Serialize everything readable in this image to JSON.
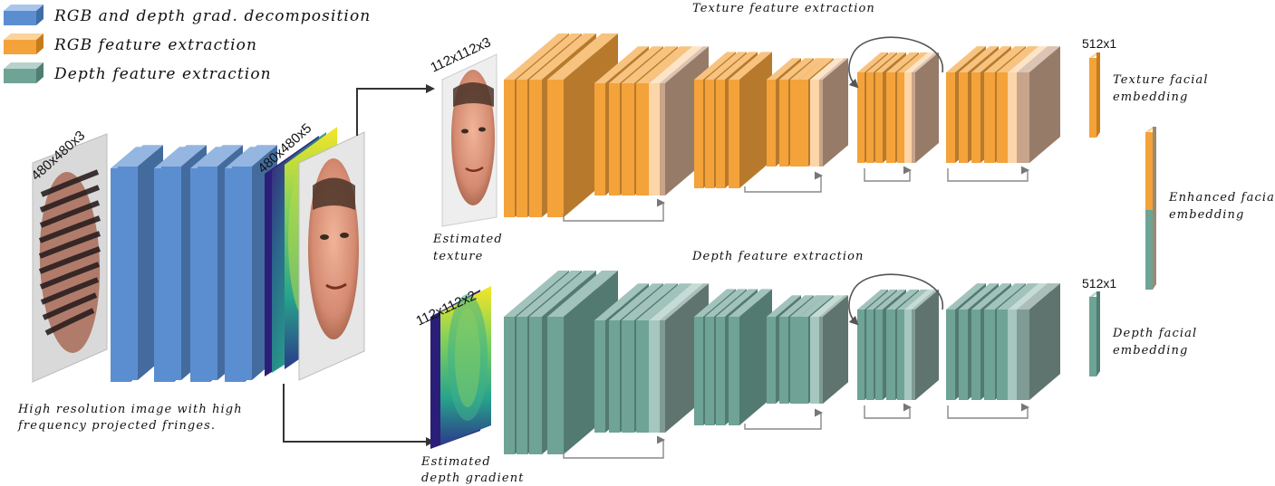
{
  "legend": [
    {
      "label": "RGB and depth grad. decomposition",
      "color": "#5b8ed1"
    },
    {
      "label": "RGB feature extraction",
      "color": "#f4a23a"
    },
    {
      "label": "Depth feature extraction",
      "color": "#6ea396"
    }
  ],
  "input": {
    "dims": "480x480x3",
    "caption_line1": "High resolution image with high",
    "caption_line2": "frequency projected fringes."
  },
  "decomposition": {
    "dims": "480x480x5"
  },
  "texture_input": {
    "dims": "112x112x3",
    "caption_line1": "Estimated",
    "caption_line2": "texture"
  },
  "depth_input": {
    "dims": "112x112x2",
    "caption_line1": "Estimated",
    "caption_line2": "depth gradient"
  },
  "texture_branch": {
    "title": "Texture feature extraction"
  },
  "depth_branch": {
    "title": "Depth feature extraction"
  },
  "texture_embedding": {
    "dims": "512x1",
    "label_line1": "Texture facial",
    "label_line2": "embedding"
  },
  "depth_embedding": {
    "dims": "512x1",
    "label_line1": "Depth facial",
    "label_line2": "embedding"
  },
  "enhanced_embedding": {
    "label_line1": "Enhanced facial",
    "label_line2": "embedding"
  },
  "colors": {
    "blue": "#5b8ed1",
    "orange": "#f4a23a",
    "orange_light": "#fcd5a8",
    "tan": "#c8a48a",
    "teal": "#6ea396",
    "teal_light": "#a6c7bf",
    "teal_grey": "#7f9b94",
    "arrow": "#333333",
    "skip": "#888888"
  }
}
